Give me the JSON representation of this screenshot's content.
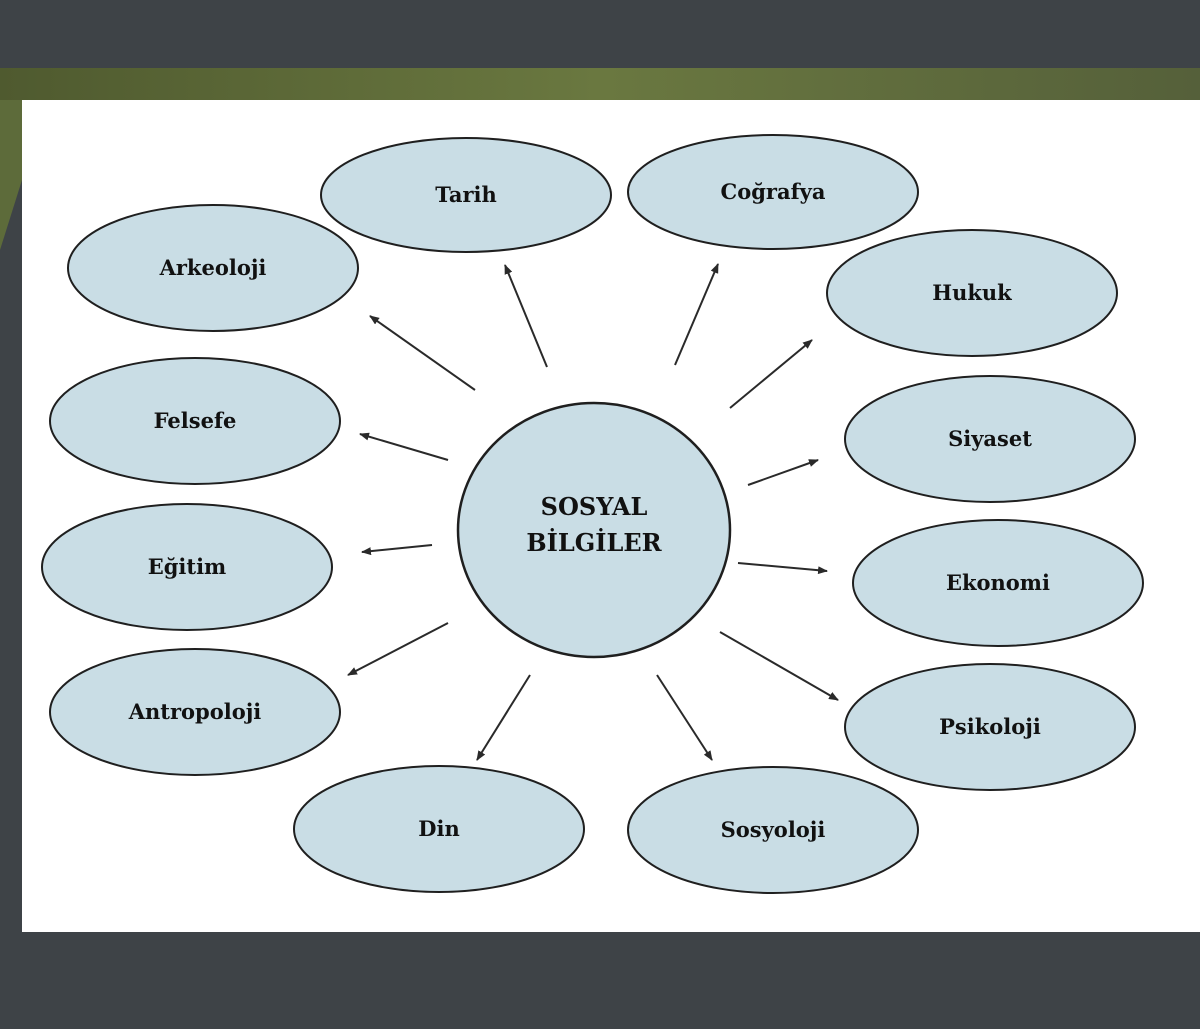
{
  "diagram": {
    "center": {
      "line1": "SOSYAL",
      "line2": "BİLGİLER"
    },
    "nodes": [
      {
        "id": "tarih",
        "label": "Tarih"
      },
      {
        "id": "cografya",
        "label": "Coğrafya"
      },
      {
        "id": "arkeoloji",
        "label": "Arkeoloji"
      },
      {
        "id": "hukuk",
        "label": "Hukuk"
      },
      {
        "id": "felsefe",
        "label": "Felsefe"
      },
      {
        "id": "siyaset",
        "label": "Siyaset"
      },
      {
        "id": "egitim",
        "label": "Eğitim"
      },
      {
        "id": "ekonomi",
        "label": "Ekonomi"
      },
      {
        "id": "antropoloji",
        "label": "Antropoloji"
      },
      {
        "id": "psikoloji",
        "label": "Psikoloji"
      },
      {
        "id": "din",
        "label": "Din"
      },
      {
        "id": "sosyoloji",
        "label": "Sosyoloji"
      }
    ],
    "colors": {
      "node_fill": "#c9dde5",
      "node_stroke": "#1f1f1f",
      "arrow": "#2a2a2a",
      "panel": "#ffffff",
      "frame_dark": "#3e4347",
      "frame_green": "#5d6b3a"
    }
  }
}
